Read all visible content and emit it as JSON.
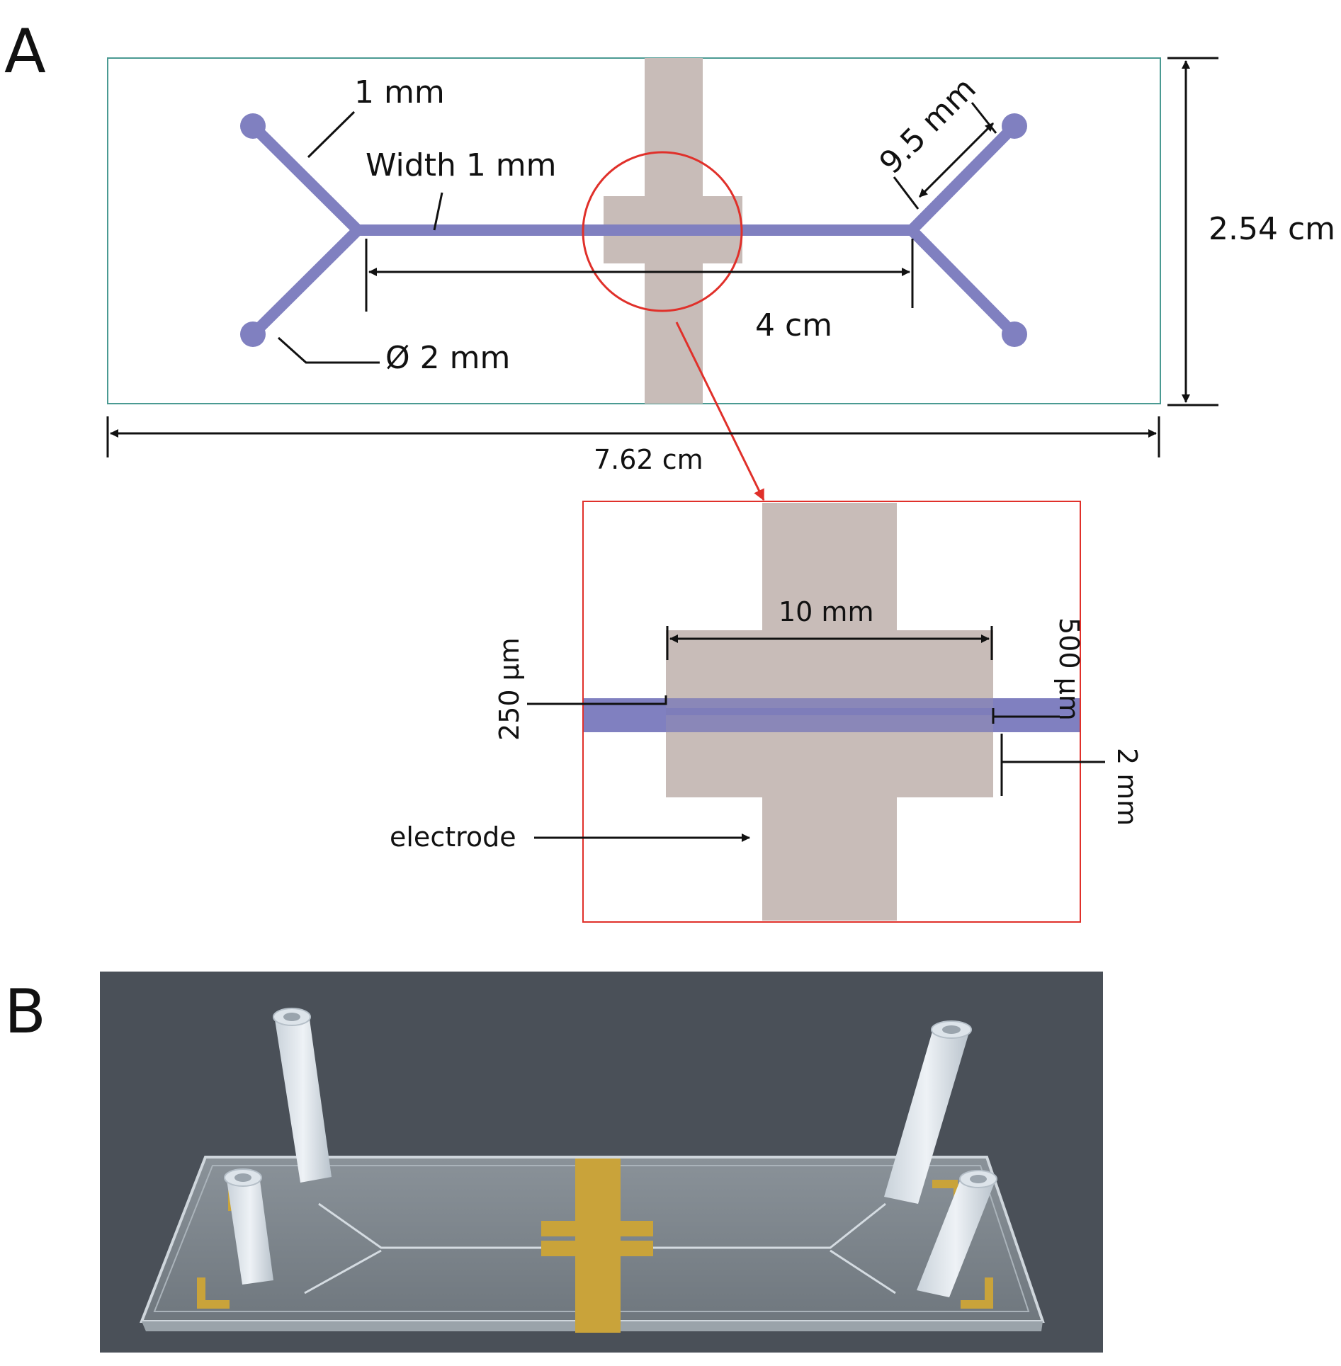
{
  "panels": {
    "a_label": "A",
    "b_label": "B"
  },
  "panel_a": {
    "labels": {
      "channel_arm_width": "1 mm",
      "channel_width": "Width 1 mm",
      "arm_length": "9.5 mm",
      "chip_height": "2.54 cm",
      "channel_length": "4 cm",
      "port_diameter": "Ø 2 mm",
      "chip_length": "7.62 cm"
    },
    "inset": {
      "electrode_width": "10 mm",
      "electrode_gap": "250 µm",
      "channel_width": "500 µm",
      "electrode_overlap": "2 mm",
      "electrode_label": "electrode"
    }
  },
  "colors": {
    "channel": "#8080c0",
    "electrode": "#c8bcb8",
    "highlight": "#e0302a",
    "chip_outline": "#4a9a92",
    "gold": "#c9a33a",
    "photo_background": "#4a5058"
  }
}
